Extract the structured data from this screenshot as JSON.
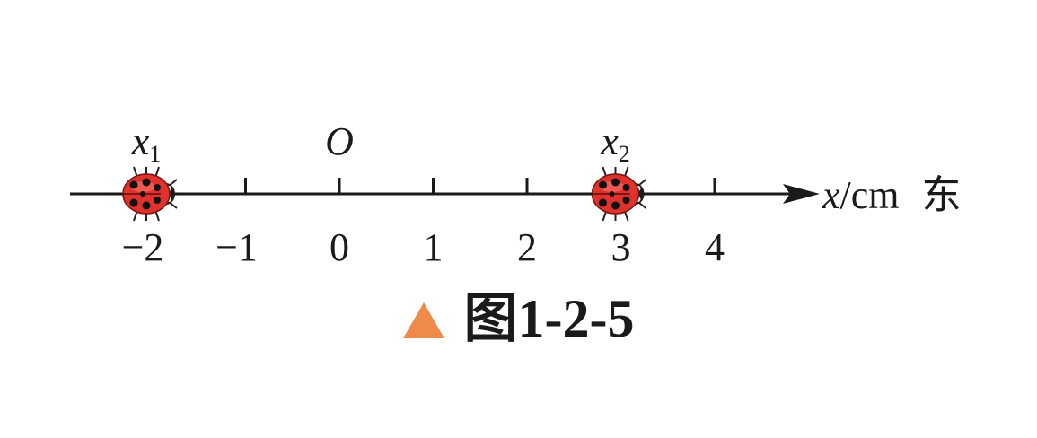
{
  "axis": {
    "variable": "x",
    "unit": "/cm",
    "direction": "东",
    "ticks": [
      -2,
      -1,
      0,
      1,
      2,
      3,
      4
    ],
    "tick_labels": [
      "−2",
      "−1",
      "0",
      "1",
      "2",
      "3",
      "4"
    ],
    "origin_label": "O"
  },
  "bugs": [
    {
      "name": "x",
      "sub": "1",
      "position": -2
    },
    {
      "name": "x",
      "sub": "2",
      "position": 3
    }
  ],
  "caption": {
    "text": "图1-2-5",
    "marker_color": "#f08a4b"
  },
  "colors": {
    "ink": "#1a1a1a",
    "bug_shell": "#e0322c",
    "bug_spots": "#111111"
  }
}
